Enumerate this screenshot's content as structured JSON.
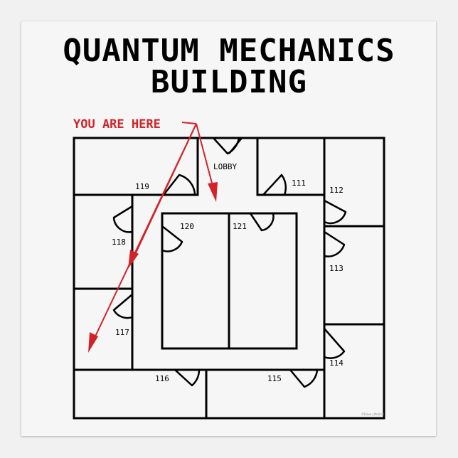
{
  "poster": {
    "title_line1": "QUANTUM MECHANICS",
    "title_line2": "BUILDING",
    "you_are_here": "YOU ARE HERE",
    "lobby": "LOBBY",
    "watermark": "©Dave J Mullins",
    "rooms": [
      "119",
      "111",
      "112",
      "120",
      "121",
      "118",
      "113",
      "117",
      "114",
      "116",
      "115"
    ]
  },
  "colors": {
    "ink": "#000000",
    "marker": "#d42229",
    "background": "#f6f6f6"
  }
}
